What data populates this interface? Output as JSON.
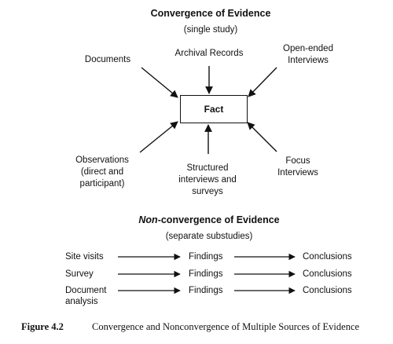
{
  "top": {
    "title": "Convergence of Evidence",
    "subtitle": "(single study)",
    "center": "Fact",
    "sources": {
      "documents": "Documents",
      "archival": "Archival Records",
      "open_ended_1": "Open-ended",
      "open_ended_2": "Interviews",
      "observations_1": "Observations",
      "observations_2": "(direct and",
      "observations_3": "participant)",
      "structured_1": "Structured",
      "structured_2": "interviews and",
      "structured_3": "surveys",
      "focus_1": "Focus",
      "focus_2": "Interviews"
    }
  },
  "bottom": {
    "title_italic": "Non",
    "title_rest": "-convergence of Evidence",
    "subtitle": "(separate substudies)",
    "rows": [
      {
        "source_1": "Site visits",
        "source_2": "",
        "findings": "Findings",
        "conclusions": "Conclusions"
      },
      {
        "source_1": "Survey",
        "source_2": "",
        "findings": "Findings",
        "conclusions": "Conclusions"
      },
      {
        "source_1": "Document",
        "source_2": "analysis",
        "findings": "Findings",
        "conclusions": "Conclusions"
      }
    ]
  },
  "caption": {
    "number": "Figure 4.2",
    "text": "Convergence and Nonconvergence of Multiple Sources of Evidence"
  }
}
